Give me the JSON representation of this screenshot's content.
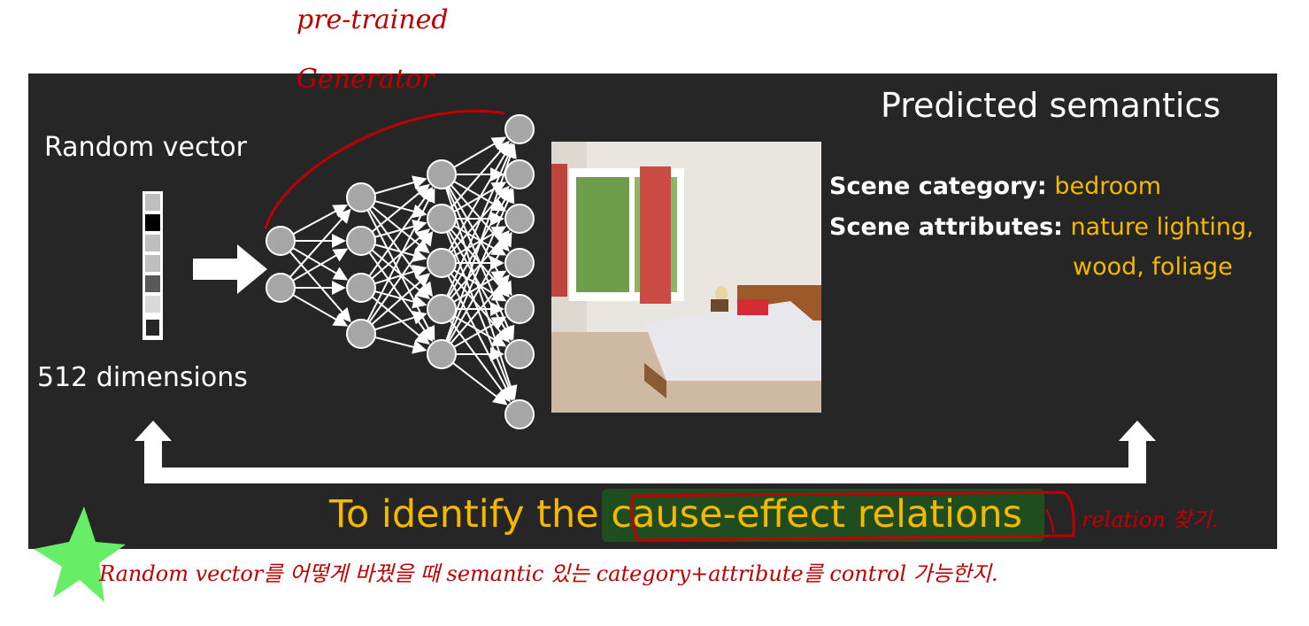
{
  "slide": {
    "title": "Predicted semantics",
    "random_vector_label": "Random vector",
    "dimensions_label": "512 dimensions",
    "scene_category_key": "Scene category:",
    "scene_category_value": "bedroom",
    "scene_attributes_key": "Scene attributes:",
    "scene_attributes_value_line1": "nature lighting,",
    "scene_attributes_value_line2": "wood, foliage",
    "goal_text": "To identify the cause-effect relations"
  },
  "annotations": {
    "handwriting_top_line1": "pre-trained",
    "handwriting_top_line2": "Generator",
    "handwriting_right": "relation 찾기.",
    "handwriting_bottom": "Random vector를 어떻게 바꿨을 때 semantic 있는 category+attribute를 control 가능한지."
  },
  "colors": {
    "slide_background": "#262626",
    "accent_yellow": "#f5b800",
    "annotation_red": "#c00000",
    "highlight_green": "#1f9e1f",
    "star_green": "#66ee66",
    "node_fill": "#a6a6a6"
  },
  "icons": [
    "arrow-right-icon",
    "bracket-arrow-icon",
    "star-icon"
  ]
}
